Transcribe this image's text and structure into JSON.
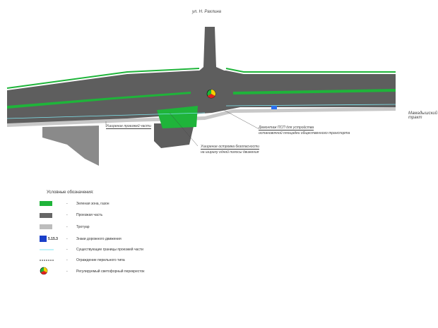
{
  "labels": {
    "street_top": "ул. Н. Рахлина",
    "street_right": "Мамадышский тракт",
    "note_widening": "Уширение проезжей части",
    "note_island_1": "Уширение островка безопасности",
    "note_island_2": "на ширину одной полосы движения",
    "note_demolish_1": "Демонтаж ПСП для устройства",
    "note_demolish_2": "остановочной площадки общественного транспорта"
  },
  "legend": {
    "title": "Условные обозначения:",
    "items": [
      {
        "label": "Зеленая зона, газон",
        "color": "#1fb43a"
      },
      {
        "label": "Проезжая часть",
        "color": "#666666"
      },
      {
        "label": "Тротуар",
        "color": "#bdbdbd"
      },
      {
        "label": "Знаки дорожного движения",
        "code": "5.15.3",
        "color": "#1a3fc9"
      },
      {
        "label": "Существующие границы проезжей части",
        "color": "#7fe6f0"
      },
      {
        "label": "Ограждение перильного типа",
        "color": "#333333"
      },
      {
        "label": "Регулируемый светофорный перекресток"
      }
    ]
  }
}
